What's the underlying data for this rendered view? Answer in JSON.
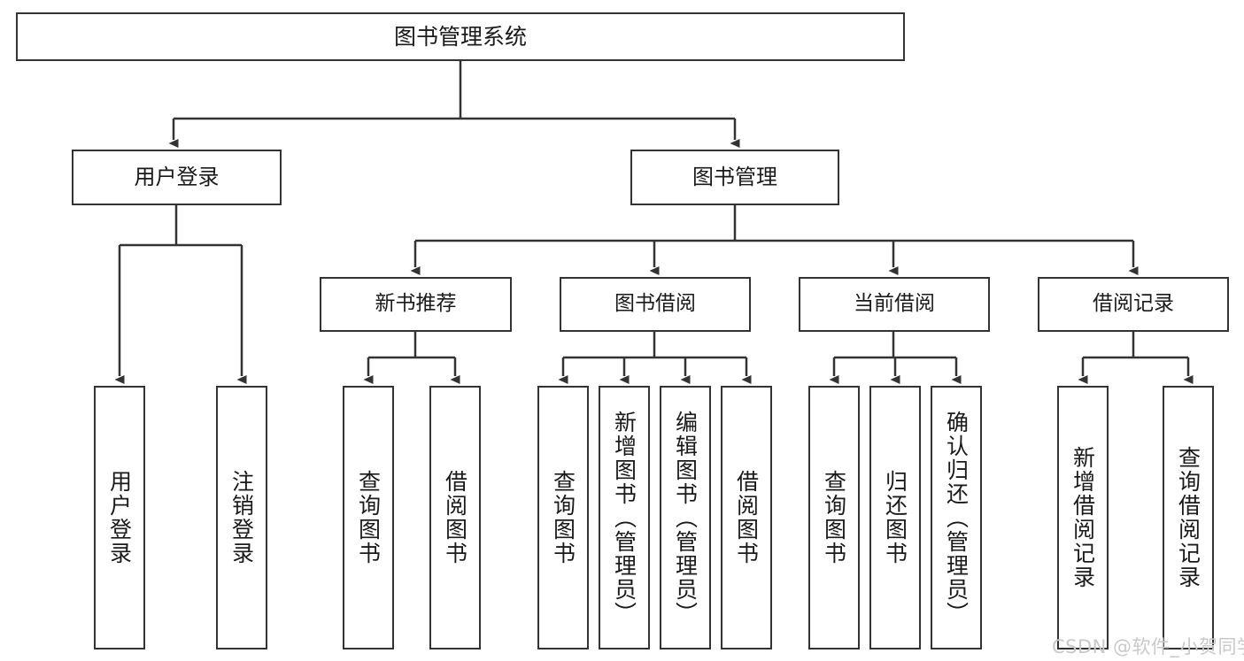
{
  "diagram": {
    "title": "图书管理系统",
    "type": "tree",
    "colors": {
      "box_border": "#333333",
      "box_fill": "#ffffff",
      "line": "#333333",
      "text": "#1a1a1a",
      "watermark": "#c9c9c9",
      "background": "#ffffff"
    },
    "root": {
      "label": "图书管理系统"
    },
    "level1": [
      {
        "label": "用户登录"
      },
      {
        "label": "图书管理"
      }
    ],
    "level2": [
      {
        "label": "新书推荐"
      },
      {
        "label": "图书借阅"
      },
      {
        "label": "当前借阅"
      },
      {
        "label": "借阅记录"
      }
    ],
    "leaves": {
      "user_login": [
        {
          "label": "用户登录"
        },
        {
          "label": "注销登录"
        }
      ],
      "new_book": [
        {
          "label": "查询图书"
        },
        {
          "label": "借阅图书"
        }
      ],
      "book_borrow": [
        {
          "label": "查询图书"
        },
        {
          "label": "新增图书（管理员）"
        },
        {
          "label": "编辑图书（管理员）"
        },
        {
          "label": "借阅图书"
        }
      ],
      "current_borrow": [
        {
          "label": "查询图书"
        },
        {
          "label": "归还图书"
        },
        {
          "label": "确认归还（管理员）"
        }
      ],
      "borrow_record": [
        {
          "label": "新增借阅记录"
        },
        {
          "label": "查询借阅记录"
        }
      ]
    }
  },
  "watermark": {
    "text": "CSDN @软件_小贺同学"
  }
}
